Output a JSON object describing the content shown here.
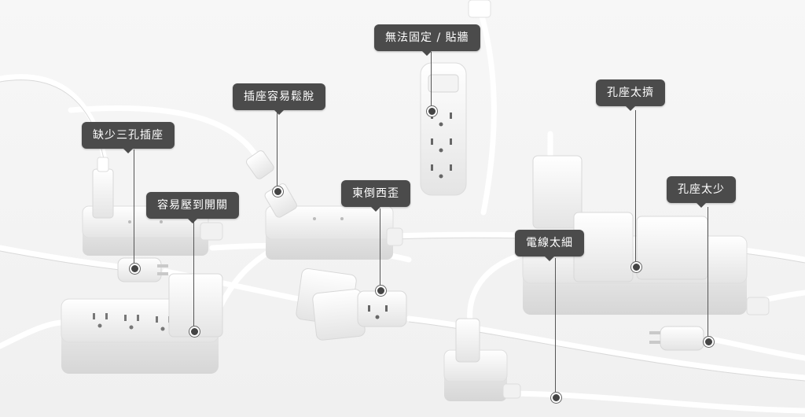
{
  "callouts": {
    "missing_ground": "缺少三孔插座",
    "loose_socket": "插座容易鬆脫",
    "cannot_mount": "無法固定 / 貼牆",
    "switch_pressed": "容易壓到開關",
    "crooked": "東倒西歪",
    "too_crowded": "孔座太擠",
    "too_few": "孔座太少",
    "thin_wire": "電線太細"
  }
}
